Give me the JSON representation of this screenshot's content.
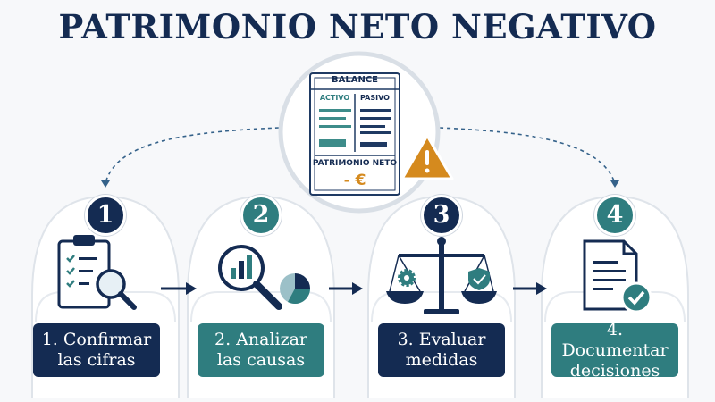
{
  "title": "PATRIMONIO NETO NEGATIVO",
  "balance_doc": {
    "header": "BALANCE",
    "col_left": "ACTIVO",
    "col_right": "PASIVO",
    "footer": "PATRIMONIO NETO",
    "value": "- €"
  },
  "warning_icon": "warning-triangle-icon",
  "colors": {
    "navy": "#142b52",
    "teal": "#2f7d7f",
    "orange": "#d58a1e",
    "line": "#dfe4ea"
  },
  "steps": [
    {
      "number": "1",
      "label": "1. Confirmar\nlas cifras",
      "icon": "clipboard-magnifier-icon",
      "color": "#142b52"
    },
    {
      "number": "2",
      "label": "2. Analizar\nlas causas",
      "icon": "magnifier-chart-icon",
      "color": "#2f7d7f"
    },
    {
      "number": "3",
      "label": "3. Evaluar\nmedidas",
      "icon": "balance-scale-icon",
      "color": "#142b52"
    },
    {
      "number": "4",
      "label": "4. Documentar\ndecisiones",
      "icon": "document-check-icon",
      "color": "#2f7d7f"
    }
  ]
}
